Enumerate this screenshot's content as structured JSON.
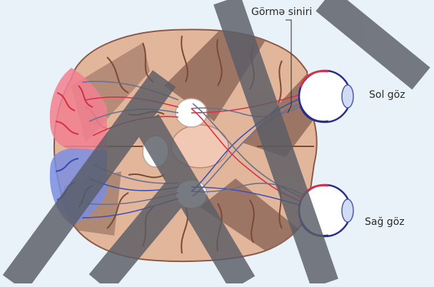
{
  "labels": {
    "optic_nerve": "Görmə siniri",
    "left_eye": "Sol göz",
    "right_eye": "Sağ göz"
  },
  "colors": {
    "background": "#e9f2f8",
    "brain": "#e2b69a",
    "brain_shadow": "#8f6a5b",
    "sulci": "#7a4a35",
    "left_visual_cortex": "#f06070",
    "right_visual_cortex": "#6a7fd8",
    "pathway_red": "#d8304a",
    "pathway_blue": "#3a4fb8",
    "pathway_gray": "#6a7090",
    "eye_white": "#ffffff",
    "watermark_stroke": "#5a5d66"
  },
  "icons": {
    "eyes": "eyeball-icon",
    "brain": "brain-icon"
  }
}
